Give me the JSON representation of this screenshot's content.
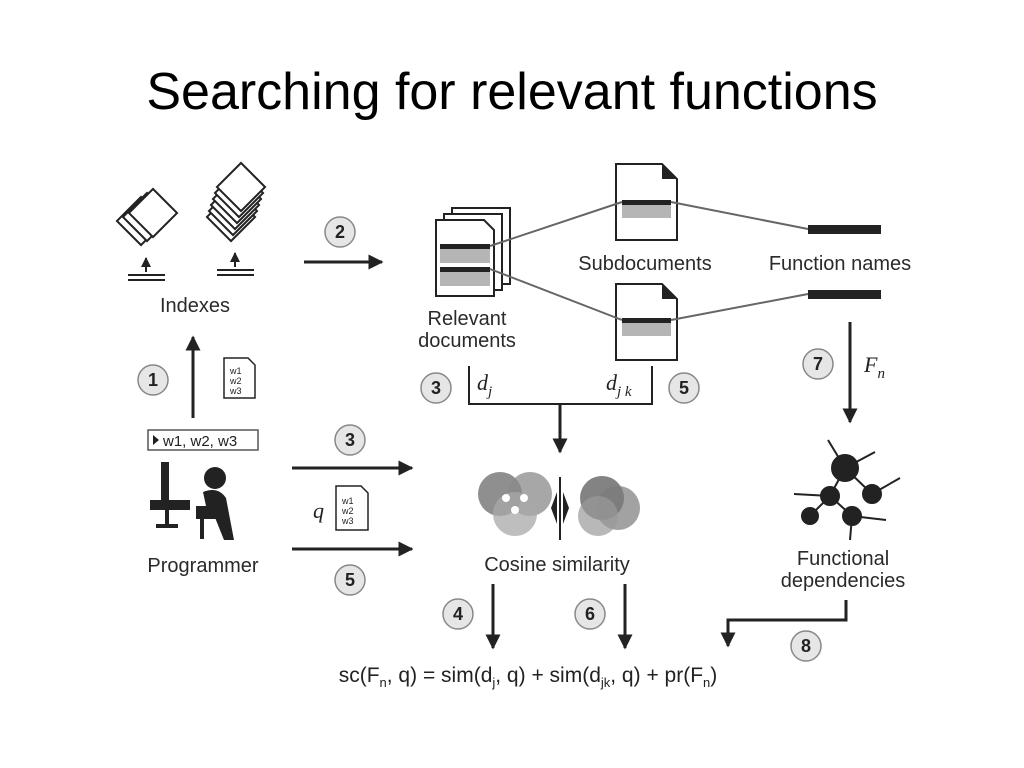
{
  "title": "Searching for relevant functions",
  "labels": {
    "indexes": "Indexes",
    "relevant_line1": "Relevant",
    "relevant_line2": "documents",
    "subdocuments": "Subdocuments",
    "function_names": "Function names",
    "programmer": "Programmer",
    "cosine": "Cosine similarity",
    "functional_line1": "Functional",
    "functional_line2": "dependencies",
    "query_box": "w1, w2, w3"
  },
  "doc_words": [
    "w1",
    "w2",
    "w3"
  ],
  "symbols": {
    "dj": "d",
    "dj_sub": "j",
    "djk": "d",
    "djk_sub": "j k",
    "fn": "F",
    "fn_sub": "n",
    "q": "q"
  },
  "steps": {
    "s1": "1",
    "s2": "2",
    "s3a": "3",
    "s3b": "3",
    "s4": "4",
    "s5a": "5",
    "s5b": "5",
    "s6": "6",
    "s7": "7",
    "s8": "8"
  },
  "formula": {
    "p1": "sc(F",
    "p1_sub": "n",
    "p2": ", q) = sim(d",
    "p2_sub": "j",
    "p3": ", q) + sim(d",
    "p3_sub": "jk",
    "p4": ", q) + pr(F",
    "p4_sub": "n",
    "p5": ")"
  }
}
